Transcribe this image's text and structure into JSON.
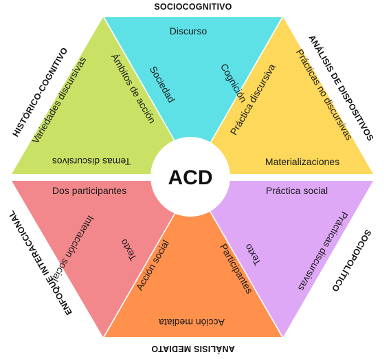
{
  "center": {
    "label": "ACD"
  },
  "colors": {
    "cyan": "#5EE1E6",
    "yellow": "#FDD85A",
    "violet": "#DEA8F7",
    "orange": "#FF914D",
    "pink": "#F2888C",
    "green": "#C9E265"
  },
  "outer_labels": {
    "top": "SOCIOCOGNITIVO",
    "upper_right": "ANÁLISIS DE DISPOSITIVOS",
    "lower_right": "SOCIOPOLÍTICO",
    "bottom": "ANÁLISIS MEDIATO",
    "lower_left": "ENFOQUE INTERACCIONAL",
    "upper_left": "HISTÓRICO-COGNITIVO"
  },
  "segments": {
    "cyan": {
      "base": "Discurso",
      "left": "Sociedad",
      "right": "Cognición"
    },
    "yellow": {
      "base": "Materializaciones",
      "left": "Práctica discursiva",
      "right": "Prácticas no discursivas"
    },
    "violet": {
      "base": "Práctica social",
      "left": "Texto",
      "right": "Prácticas discursivas"
    },
    "orange": {
      "base": "Acción mediata",
      "left": "Acción social",
      "right": "Participantes"
    },
    "pink": {
      "base": "Dos participantes",
      "left": "Texto",
      "right": "Interacción social"
    },
    "green": {
      "base": "Temas discursivos",
      "left": "Ámbitos de acción",
      "right": "Variedades discursivas"
    }
  }
}
